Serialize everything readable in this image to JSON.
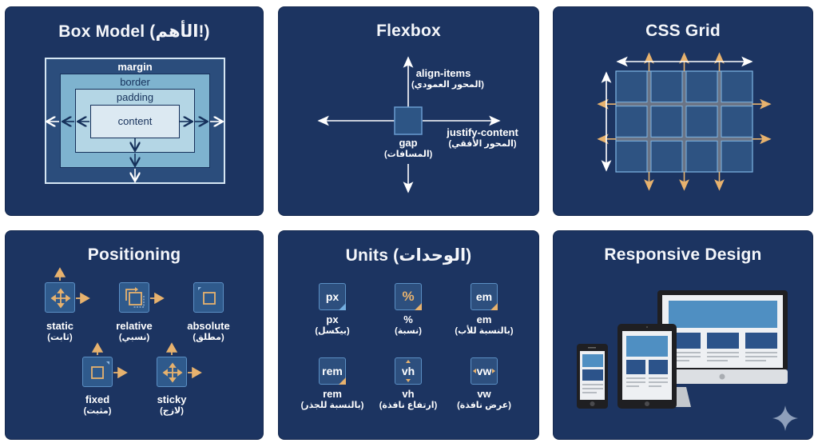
{
  "colors": {
    "background": "#ffffff",
    "card": "#1c3461",
    "accent_orange": "#e7b26e",
    "light_blue": "#74aee0",
    "white": "#ffffff"
  },
  "cards": {
    "box_model": {
      "title": "Box Model (الأهم!)",
      "layers": {
        "margin": "margin",
        "border": "border",
        "padding": "padding",
        "content": "content"
      }
    },
    "flexbox": {
      "title": "Flexbox",
      "align_items": {
        "en": "align-items",
        "ar": "(المحور العمودي)"
      },
      "justify_content": {
        "en": "justify-content",
        "ar": "(المحور الأفقي)"
      },
      "gap": {
        "en": "gap",
        "ar": "(المسافات)"
      }
    },
    "css_grid": {
      "title": "CSS Grid",
      "columns": 4,
      "rows": 3
    },
    "positioning": {
      "title": "Positioning",
      "items": [
        {
          "en": "static",
          "ar": "(ثابت)",
          "icon": "move-arrows-icon"
        },
        {
          "en": "relative",
          "ar": "(نسبي)",
          "icon": "offset-square-icon"
        },
        {
          "en": "absolute",
          "ar": "(مطلق)",
          "icon": "anchored-square-icon"
        },
        {
          "en": "fixed",
          "ar": "(مثبت)",
          "icon": "pinned-square-icon"
        },
        {
          "en": "sticky",
          "ar": "(لازج)",
          "icon": "move-arrows-icon"
        }
      ]
    },
    "units": {
      "title": "Units (الوحدات)",
      "items": [
        {
          "icon_text": "px",
          "en": "px",
          "ar": "(بيكسل)"
        },
        {
          "icon_text": "%",
          "en": "%",
          "ar": "(نسبة)"
        },
        {
          "icon_text": "em",
          "en": "em",
          "ar": "(بالنسبة للأب)"
        },
        {
          "icon_text": "rem",
          "en": "rem",
          "ar": "(بالنسبة للجذر)"
        },
        {
          "icon_text": "vh",
          "en": "vh",
          "ar": "(ارتفاع نافذة)"
        },
        {
          "icon_text": "vw",
          "en": "vw",
          "ar": "(عرض نافذة)"
        }
      ]
    },
    "responsive": {
      "title": "Responsive Design",
      "devices": [
        "phone",
        "tablet",
        "desktop-monitor"
      ]
    }
  }
}
